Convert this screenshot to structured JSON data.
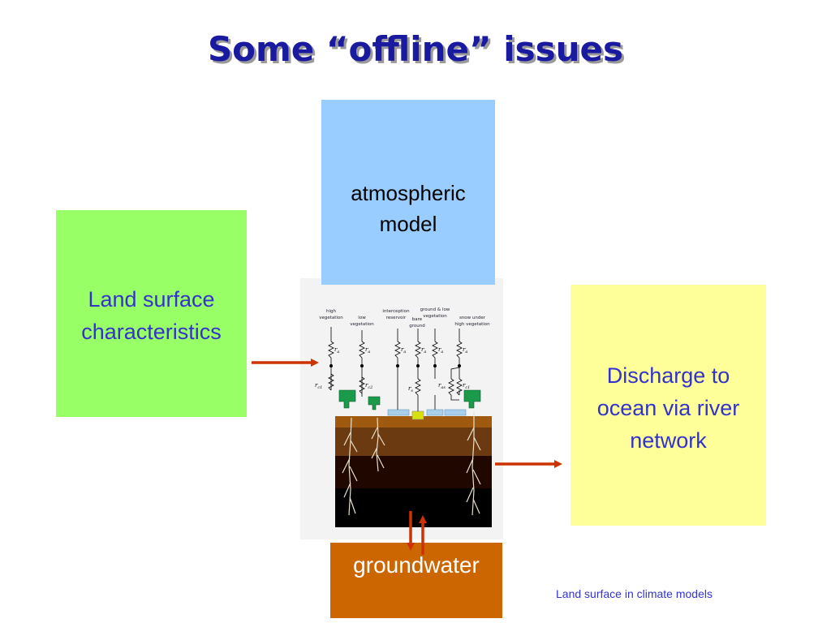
{
  "title": "Some “offline” issues",
  "boxes": {
    "atmosphere": [
      "atmospheric",
      "model"
    ],
    "land": [
      "Land surface",
      "characteristics"
    ],
    "discharge": [
      "Discharge to",
      "ocean via river",
      "network"
    ],
    "groundwater": "groundwater"
  },
  "scheme": {
    "tiles": {
      "high_veg": [
        "high",
        "vegetation"
      ],
      "low_veg": [
        "low",
        "vegetation"
      ],
      "interception": [
        "interception",
        "reservoir"
      ],
      "bare": [
        "bare",
        "ground"
      ],
      "ground_low": [
        "ground & low",
        "vegetation"
      ],
      "snow_high": [
        "snow under",
        "high vegetation"
      ]
    },
    "resistances": {
      "ra": "r",
      "ra_sub": "a",
      "rc1_sub": "c1",
      "rc2_sub": "c2",
      "rs_sub": "s",
      "ras_sub": "as"
    }
  },
  "footer": "Land surface in climate models",
  "colors": {
    "title": "#1a1aa0",
    "atmosphere": "#99ccff",
    "land": "#99ff66",
    "discharge": "#ffff99",
    "groundwater": "#cc6600",
    "arrow": "#cc3300"
  }
}
